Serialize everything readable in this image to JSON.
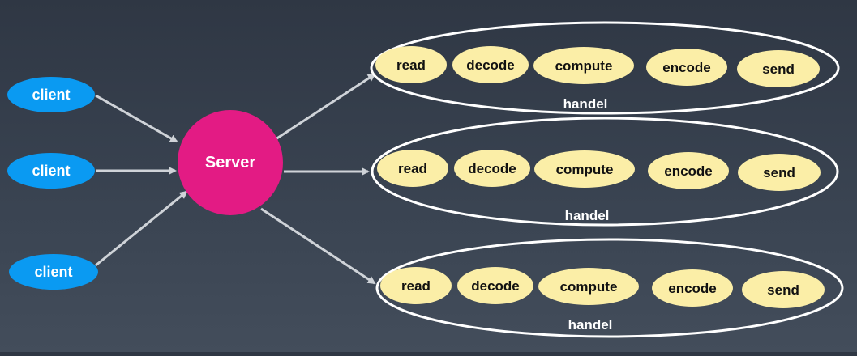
{
  "colors": {
    "background": "#353e4b",
    "client_fill": "#0a9af2",
    "server_fill": "#e31b84",
    "step_fill": "#fbeea7",
    "arrow": "#cfd3d8",
    "outline": "#ffffff"
  },
  "clients": [
    {
      "label": "client"
    },
    {
      "label": "client"
    },
    {
      "label": "client"
    }
  ],
  "server": {
    "label": "Server"
  },
  "handlers": [
    {
      "label": "handel",
      "steps": [
        "read",
        "decode",
        "compute",
        "encode",
        "send"
      ]
    },
    {
      "label": "handel",
      "steps": [
        "read",
        "decode",
        "compute",
        "encode",
        "send"
      ]
    },
    {
      "label": "handel",
      "steps": [
        "read",
        "decode",
        "compute",
        "encode",
        "send"
      ]
    }
  ]
}
